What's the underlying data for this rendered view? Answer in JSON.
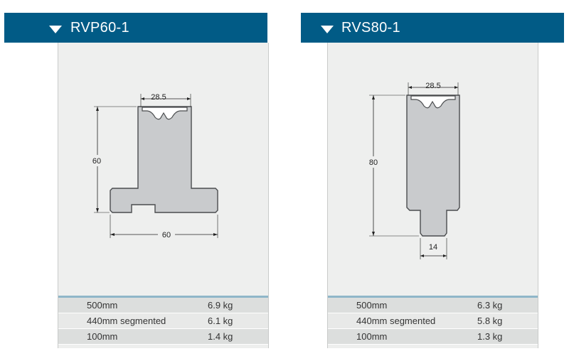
{
  "cards": [
    {
      "title": "RVP60-1",
      "dimensions": {
        "top_width": "28.5",
        "height": "60",
        "base_width": "60"
      },
      "specs": [
        {
          "length": "500mm",
          "weight": "6.9 kg"
        },
        {
          "length": "440mm segmented",
          "weight": "6.1 kg"
        },
        {
          "length": "100mm",
          "weight": "1.4 kg"
        }
      ]
    },
    {
      "title": "RVS80-1",
      "dimensions": {
        "top_width": "28.5",
        "height": "80",
        "tang_width": "14"
      },
      "specs": [
        {
          "length": "500mm",
          "weight": "6.3 kg"
        },
        {
          "length": "440mm segmented",
          "weight": "5.8 kg"
        },
        {
          "length": "100mm",
          "weight": "1.3 kg"
        }
      ]
    }
  ],
  "colors": {
    "header": "#015b86",
    "panel": "#eeefee",
    "profile_fill": "#c9cbcd",
    "profile_stroke": "#4a4c4e",
    "table_accent": "#8fb6c9"
  }
}
